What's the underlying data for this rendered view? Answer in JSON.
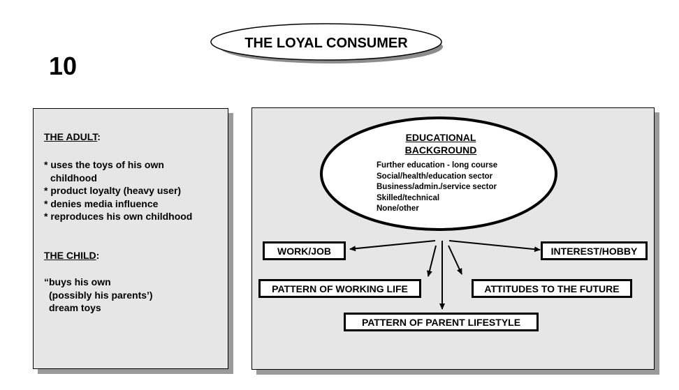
{
  "title": "THE LOYAL CONSUMER",
  "page_number": "10",
  "left_panel": {
    "adult_heading": "THE ADULT",
    "adult_colon": ":",
    "adult_items": [
      "* uses the toys of his own",
      "childhood",
      "* product loyalty (heavy user)",
      "* denies media influence",
      "* reproduces his own childhood"
    ],
    "child_heading": "THE CHILD",
    "child_colon": ":",
    "child_lines": [
      "“buys his own",
      "(possibly his parents’)",
      "dream toys"
    ]
  },
  "diagram": {
    "center_title_line1": "EDUCATIONAL",
    "center_title_line2": "BACKGROUND",
    "center_items": [
      "Further education - long course",
      "Social/health/education sector",
      "Business/admin./service sector",
      "Skilled/technical",
      "None/other"
    ],
    "boxes": {
      "work_job": "WORK/JOB",
      "interest_hobby": "INTEREST/HOBBY",
      "working_life": "PATTERN OF WORKING LIFE",
      "attitudes": "ATTITUDES TO THE FUTURE",
      "parent_lifestyle": "PATTERN OF PARENT LIFESTYLE"
    }
  }
}
